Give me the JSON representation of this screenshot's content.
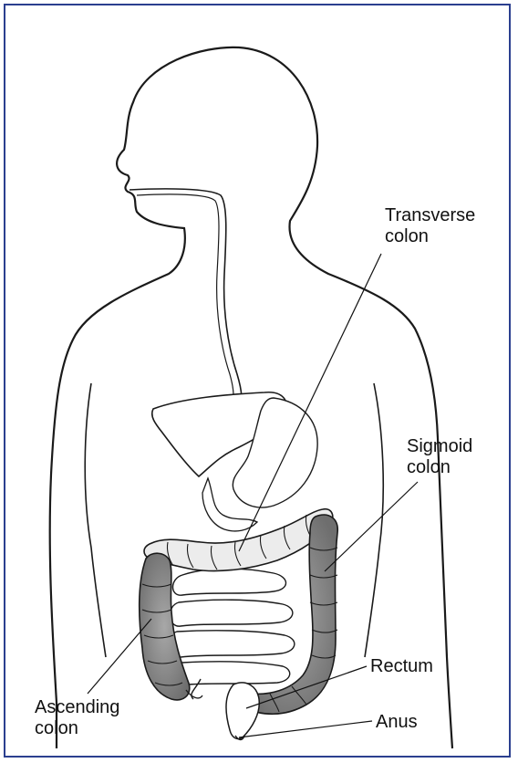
{
  "labels": {
    "transverse_colon": "Transverse\ncolon",
    "sigmoid_colon": "Sigmoid\ncolon",
    "rectum": "Rectum",
    "anus": "Anus",
    "ascending_colon": "Ascending\ncolon"
  },
  "colors": {
    "frame": "#2b3f8f",
    "outline": "#1a1a1a",
    "colon_shade": "#8a8a8a"
  }
}
